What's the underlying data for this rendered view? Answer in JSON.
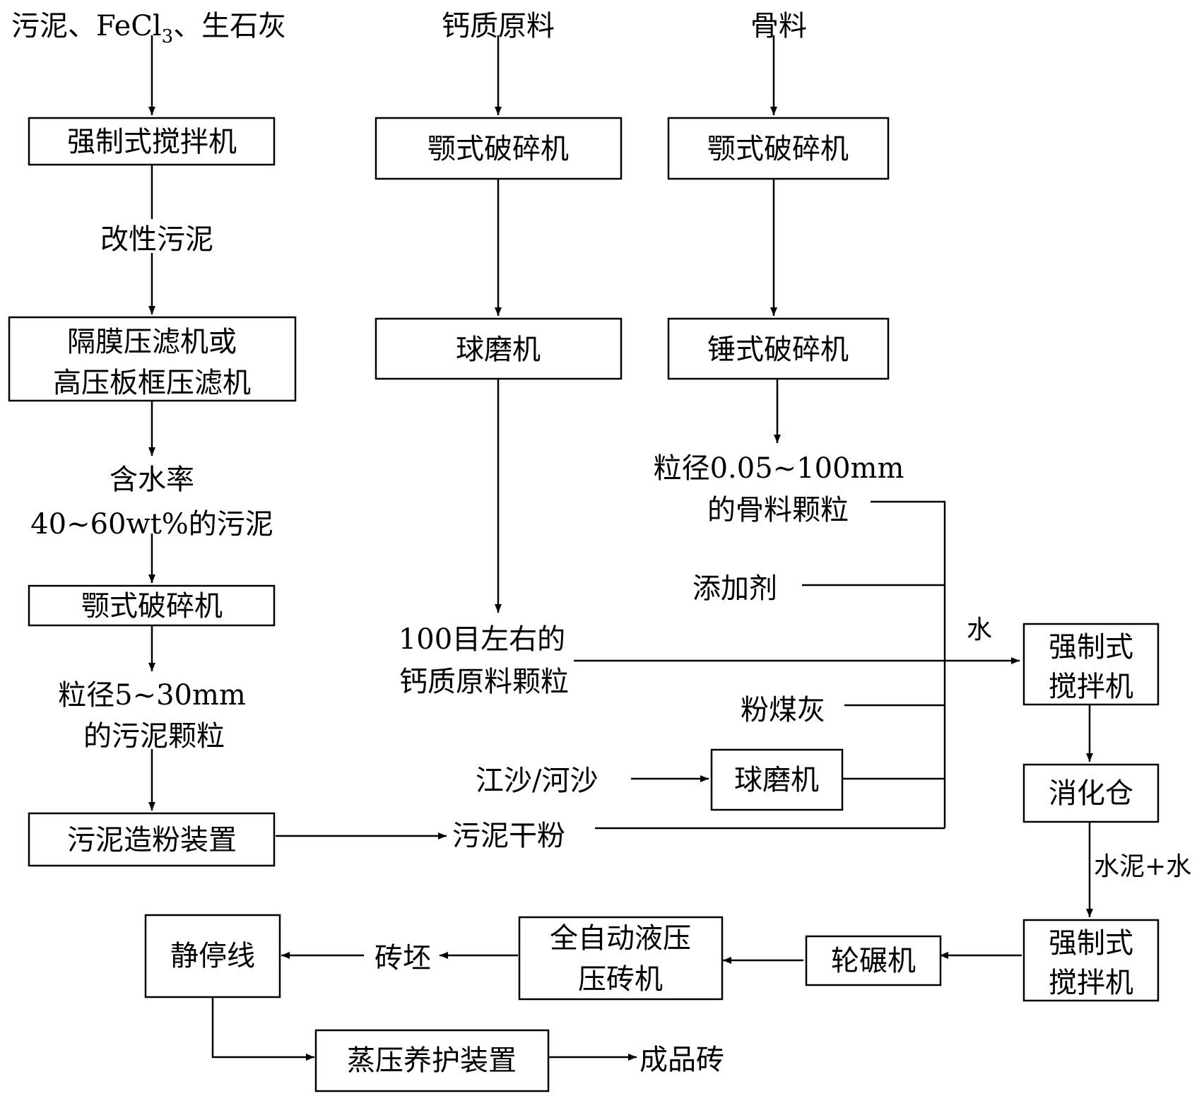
{
  "inputs": {
    "sludge_line1": "污泥、FeCl",
    "sludge_sub": "3",
    "sludge_line2": "、生石灰",
    "calcium": "钙质原料",
    "aggregate": "骨料"
  },
  "boxes": {
    "mixer_top": "强制式搅拌机",
    "jaw_calcium": "颚式破碎机",
    "jaw_aggregate": "颚式破碎机",
    "filter_line1": "隔膜压滤机或",
    "filter_line2": "高压板框压滤机",
    "ball_mill_calcium": "球磨机",
    "hammer_crusher": "锤式破碎机",
    "jaw_sludge": "颚式破碎机",
    "mixer_right_line1": "强制式",
    "mixer_right_line2": "搅拌机",
    "ball_mill_sand": "球磨机",
    "sludge_powder_device": "污泥造粉装置",
    "digestion_bin": "消化仓",
    "mixer_bottom_line1": "强制式",
    "mixer_bottom_line2": "搅拌机",
    "static_line": "静停线",
    "press_line1": "全自动液压",
    "press_line2": "压砖机",
    "roller_mill": "轮碾机",
    "autoclave": "蒸压养护装置"
  },
  "labels": {
    "modified_sludge": "改性污泥",
    "moisture_line1": "含水率",
    "moisture_line2": "40~60wt%的污泥",
    "sludge_particles_line1": "粒径5~30mm",
    "sludge_particles_line2": "的污泥颗粒",
    "aggregate_particles_line1": "粒径0.05~100mm",
    "aggregate_particles_line2": "的骨料颗粒",
    "additive": "添加剂",
    "water": "水",
    "calcium_particles_line1": "100目左右的",
    "calcium_particles_line2": "钙质原料颗粒",
    "fly_ash": "粉煤灰",
    "sand": "江沙/河沙",
    "sludge_dry_powder": "污泥干粉",
    "cement_water": "水泥+水",
    "brick_blank": "砖坯",
    "finished_brick": "成品砖"
  }
}
